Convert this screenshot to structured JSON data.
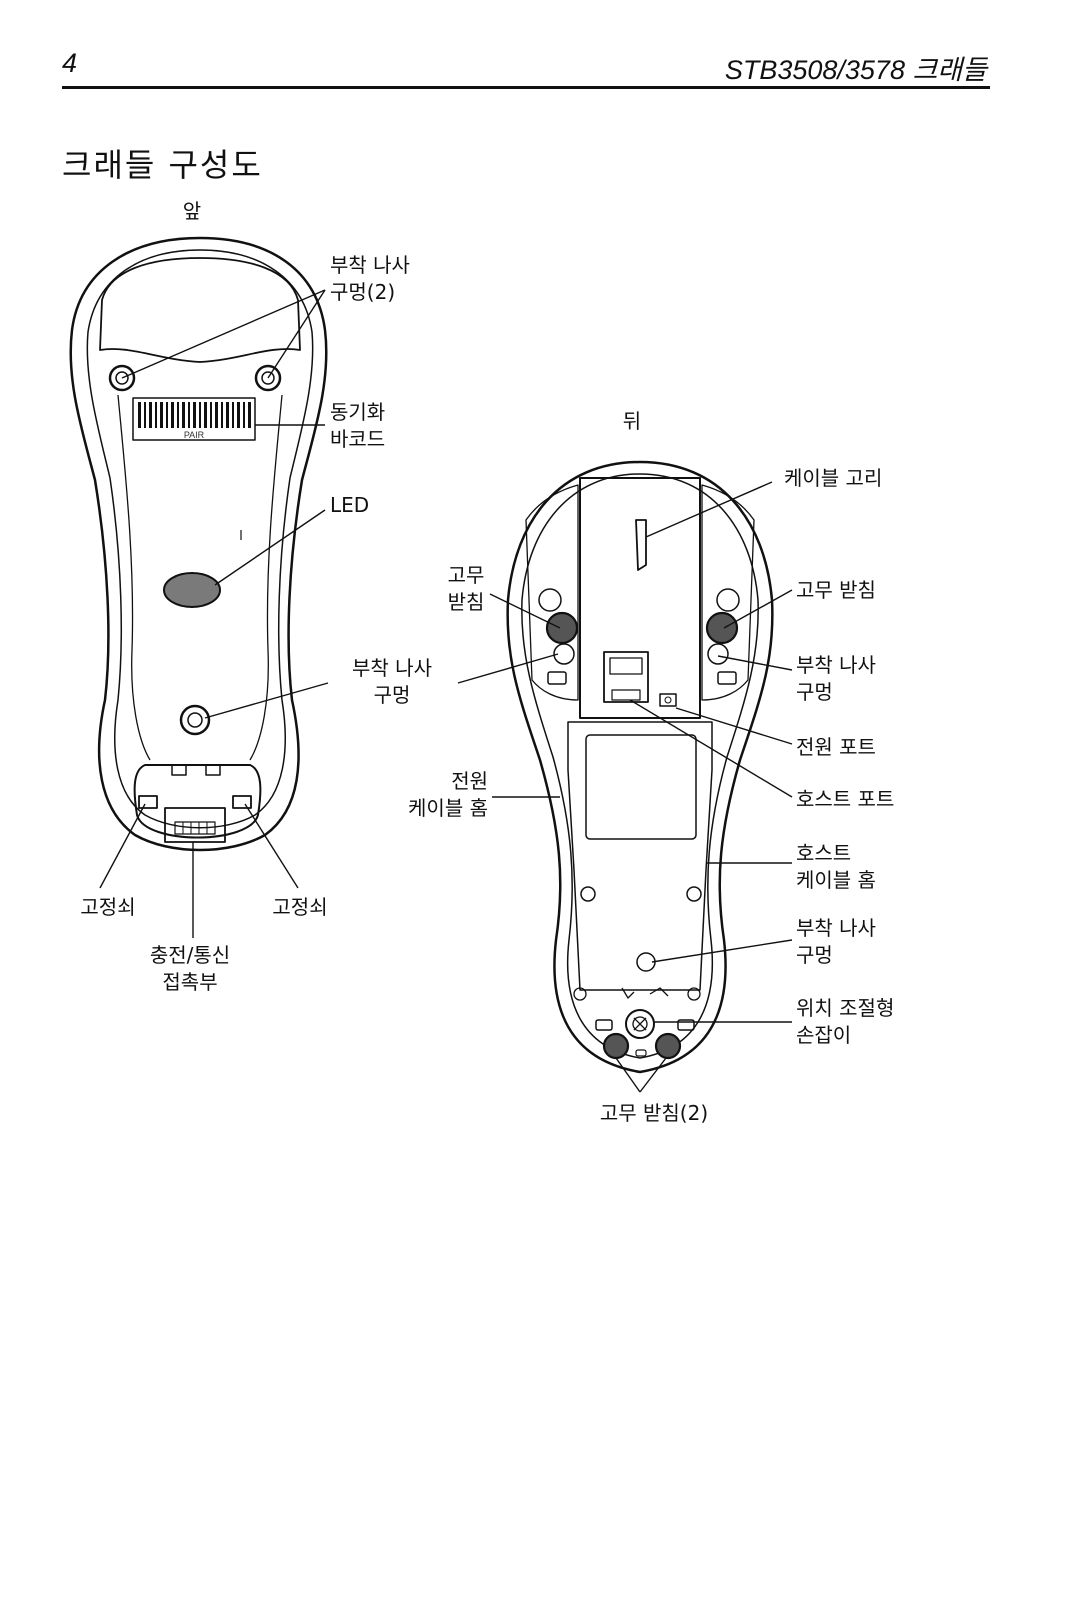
{
  "header": {
    "page_number": "4",
    "document_title": "STB3508/3578 크래들"
  },
  "section": {
    "heading": "크래들 구성도"
  },
  "front_view": {
    "view_label": "앞",
    "mount_screw_holes_top": [
      "부착 나사",
      "구멍(2)"
    ],
    "sync_barcode": [
      "동기화",
      "바코드"
    ],
    "barcode_text": "PAIR",
    "led": "LED",
    "mount_screw_hole_mid": [
      "부착 나사",
      "구멍"
    ],
    "latch_left": "고정쇠",
    "latch_right": "고정쇠",
    "charge_contacts": [
      "충전/통신",
      "접촉부"
    ]
  },
  "back_view": {
    "view_label": "뒤",
    "cable_hook": "케이블 고리",
    "rubber_foot_left": [
      "고무",
      "받침"
    ],
    "rubber_foot_right": "고무 받침",
    "mount_screw_hole_right": [
      "부착 나사",
      "구멍"
    ],
    "power_port": "전원 포트",
    "power_cable_groove": [
      "전원",
      "케이블 홈"
    ],
    "host_port": "호스트 포트",
    "host_cable_groove": [
      "호스트",
      "케이블 홈"
    ],
    "mount_screw_hole_lower": [
      "부착 나사",
      "구멍"
    ],
    "position_knob": [
      "위치 조절형",
      "손잡이"
    ],
    "rubber_feet_bottom": "고무 받침(2)"
  }
}
